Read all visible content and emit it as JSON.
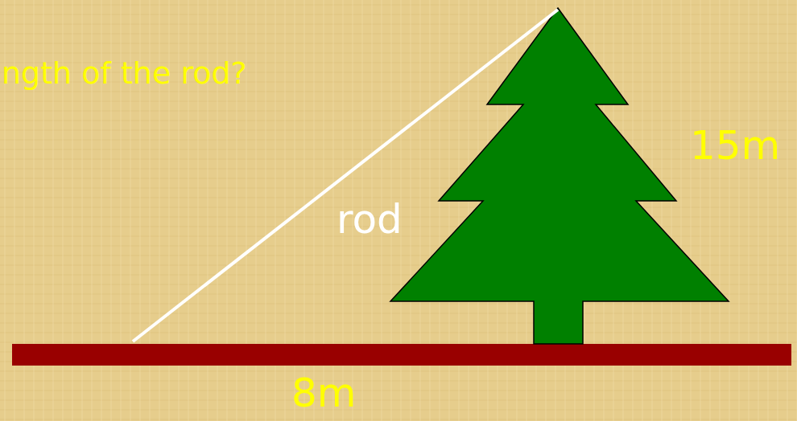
{
  "diagram": {
    "labels": [
      "ngth of the rod?",
      "rod",
      "15m",
      "8m"
    ]
  }
}
